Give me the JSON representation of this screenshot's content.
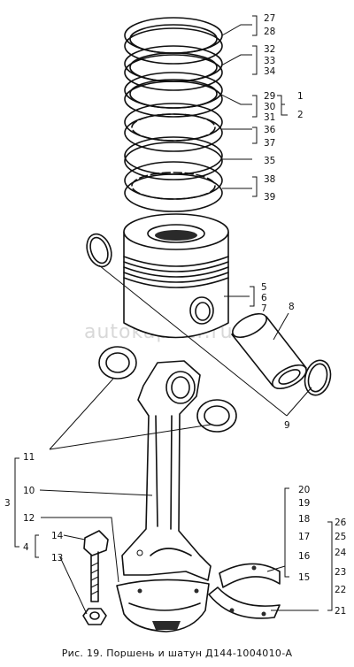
{
  "caption": "Рис. 19. Поршень и шатун Д144-1004010-А",
  "watermark": "autokapiter.ru",
  "callouts": {
    "n27": "27",
    "n28": "28",
    "n32": "32",
    "n33": "33",
    "n34": "34",
    "n29": "29",
    "n30": "30",
    "n31": "31",
    "n1": "1",
    "n2": "2",
    "n36": "36",
    "n37": "37",
    "n35": "35",
    "n38": "38",
    "n39": "39",
    "n5": "5",
    "n6": "6",
    "n7": "7",
    "n8": "8",
    "n9": "9",
    "n11": "11",
    "n3": "3",
    "n10": "10",
    "n12": "12",
    "n4": "4",
    "n14": "14",
    "n13": "13",
    "n20": "20",
    "n19": "19",
    "n18": "18",
    "n17": "17",
    "n16": "16",
    "n15": "15",
    "n26": "26",
    "n25": "25",
    "n24": "24",
    "n23": "23",
    "n22": "22",
    "n21": "21"
  }
}
